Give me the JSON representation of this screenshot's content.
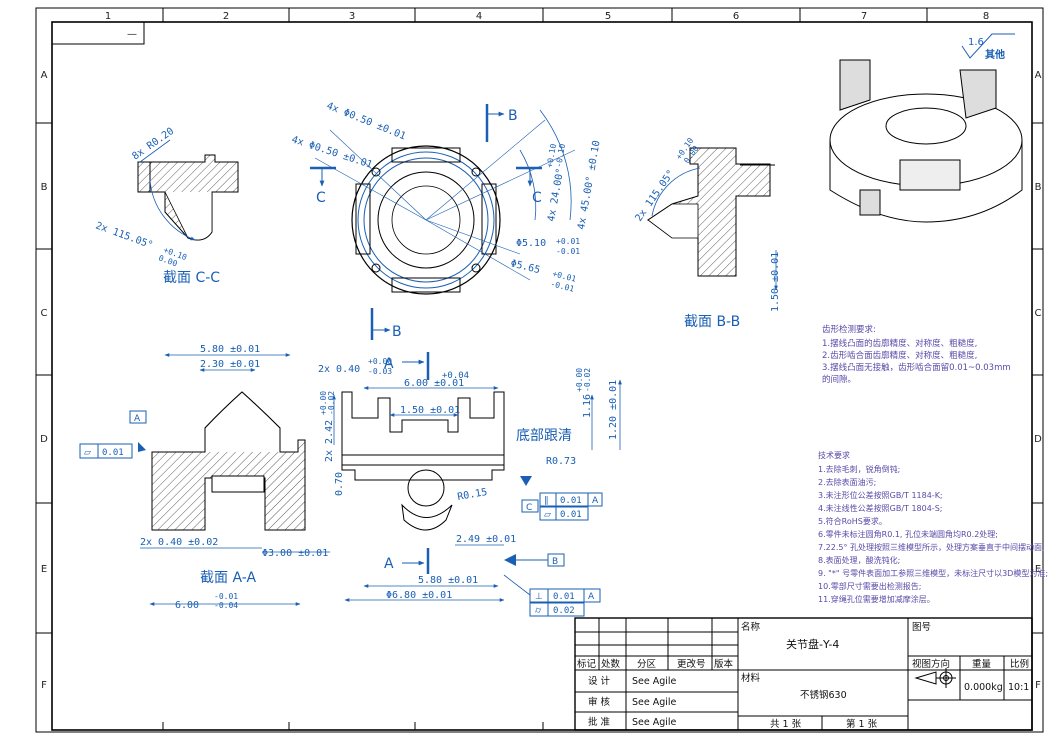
{
  "frame": {
    "col_labels": [
      "1",
      "2",
      "3",
      "4",
      "5",
      "6",
      "7",
      "8"
    ],
    "row_labels": [
      "A",
      "B",
      "C",
      "D",
      "E",
      "F"
    ],
    "corner_mark": "—"
  },
  "roughness": {
    "value": "1.6",
    "label": "其他"
  },
  "views": {
    "c_section": {
      "title": "截面 C-C",
      "dim_chamfer": "8x R0.20",
      "dim_angle": "2x 115.05°",
      "tol_upper": "+0.10",
      "tol_lower": "0.00"
    },
    "top": {
      "marker_b": "B",
      "marker_c": "C",
      "dim_hole1": "4x Φ0.50 ±0.01",
      "dim_hole2": "4x Φ0.50 ±0.01",
      "dim_ang1": "4x 24.00°",
      "dim_ang1_tol_u": "+0.10",
      "dim_ang1_tol_l": "-0.10",
      "dim_ang2": "4x 45.00° ±0.10",
      "dim_d1": "Φ5.10",
      "dim_d1_tol_u": "+0.01",
      "dim_d1_tol_l": "-0.01",
      "dim_d2": "Φ5.65",
      "dim_d2_tol_u": "+0.01",
      "dim_d2_tol_l": "-0.01"
    },
    "b_section": {
      "title": "截面 B-B",
      "dim_angle": "2x 115.05°",
      "tol_upper": "+0.10",
      "tol_lower": "0.00",
      "dim_height": "1.50 ±0.01"
    },
    "a_section": {
      "title": "截面 A-A",
      "datum_a": "A",
      "flatness_symbol": "▱",
      "flatness_value": "0.01",
      "dim_top_w": "5.80 ±0.01",
      "dim_top_w2": "2.30 ±0.01",
      "dim_bot1": "2x 0.40 ±0.02",
      "dim_bot2": "Φ3.00 ±0.01",
      "dim_overall": "6.00",
      "dim_overall_tol_u": "-0.01",
      "dim_overall_tol_l": "-0.04"
    },
    "front": {
      "marker_a": "A",
      "dim_left_top": "2x 0.40",
      "dim_left_top_tol_u": "+0.00",
      "dim_left_top_tol_l": "-0.03",
      "dim_width": "6.00 ±0.01",
      "dim_width_tol": "+0.04",
      "dim_inner": "1.50 ±0.01",
      "dim_h1": "2x 2.42",
      "dim_h1_tol_u": "+0.00",
      "dim_h1_tol_l": "-0.02",
      "dim_h2": "1.16",
      "dim_h2_tol_u": "+0.00",
      "dim_h2_tol_l": "-0.02",
      "dim_h3": "1.20 ±0.01",
      "note_root": "底部跟清",
      "dim_r1": "R0.73",
      "dim_r2": "R0.15",
      "dim_h4": "0.70",
      "datum_c": "C",
      "fcf1_symbol": "∥",
      "fcf1_value": "0.01",
      "fcf1_datum": "A",
      "fcf2_symbol": "▱",
      "fcf2_value": "0.01",
      "dim_b1": "2.49 ±0.01",
      "dim_b2": "5.80 ±0.01",
      "dim_b3": "Φ6.80 ±0.01",
      "datum_b": "B",
      "fcf3_symbol": "⊥",
      "fcf3_value": "0.01",
      "fcf3_datum": "A",
      "fcf4_symbol": "⌭",
      "fcf4_value": "0.02"
    }
  },
  "gear_notes": {
    "title": "齿形检测要求:",
    "lines": [
      "1.摆线凸面的齿廓精度、对称度、粗糙度,",
      "2.齿形啮合面齿廓精度、对称度、粗糙度,",
      "3.摆线凸面无接触，齿形啮合面留0.01~0.03mm",
      "的间隙。"
    ]
  },
  "tech_notes": {
    "title": "技术要求",
    "lines": [
      "1.去除毛刺，锐角倒钝;",
      "2.去除表面油污;",
      "3.未注形位公差按照GB/T 1184-K;",
      "4.未注线性公差按照GB/T 1804-S;",
      "5.符合RoHS要求。",
      "6.零件未标注圆角R0.1, 孔位未端圆角均R0.2处理;",
      "7.22.5° 孔处理按照三维模型所示，处理方案垂直于中间摆动面;",
      "8.表面处理，酸洗钝化;",
      "9. \"*\" 号零件表面加工参照三维模型，未标注尺寸以3D模型为准;",
      "10.零部尺寸需要出检测报告;",
      "11.穿绳孔位需要增加减摩涂层。"
    ]
  },
  "title_block": {
    "rev_headers": [
      "标记",
      "处数",
      "分区",
      "更改号",
      "版本"
    ],
    "name_label": "名称",
    "name_value": "关节盘-Y-4",
    "drawing_no_label": "图号",
    "design_label": "设 计",
    "design_value": "See Agile",
    "review_label": "审 核",
    "review_value": "See Agile",
    "approve_label": "批 准",
    "approve_value": "See Agile",
    "material_label": "材料",
    "material_value": "不锈钢630",
    "view_dir_label": "视图方向",
    "weight_label": "重量",
    "scale_label": "比例",
    "weight_value": "0.000kg",
    "scale_value": "10:1",
    "sheets_total": "共 1 张",
    "sheet_no": "第 1 张"
  }
}
